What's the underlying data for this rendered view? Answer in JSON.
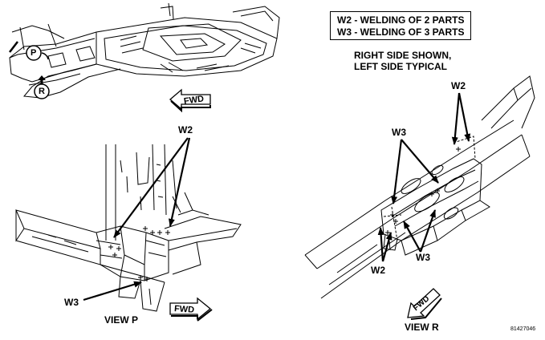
{
  "legend": {
    "w2": "W2 - WELDING OF 2 PARTS",
    "w3": "W3 - WELDING OF 3 PARTS"
  },
  "note": {
    "line1": "RIGHT SIDE SHOWN,",
    "line2": "LEFT SIDE TYPICAL"
  },
  "overview": {
    "callout_p": "P",
    "callout_r": "R",
    "fwd": "FWD"
  },
  "view_p": {
    "title": "VIEW P",
    "w2_label": "W2",
    "w3_label": "W3",
    "fwd": "FWD"
  },
  "view_r": {
    "title": "VIEW R",
    "w2_top_label": "W2",
    "w3_top_label": "W3",
    "w3_bottom_label": "W3",
    "w2_bottom_label": "W2",
    "fwd": "FWD"
  },
  "figure_id": "81427046"
}
